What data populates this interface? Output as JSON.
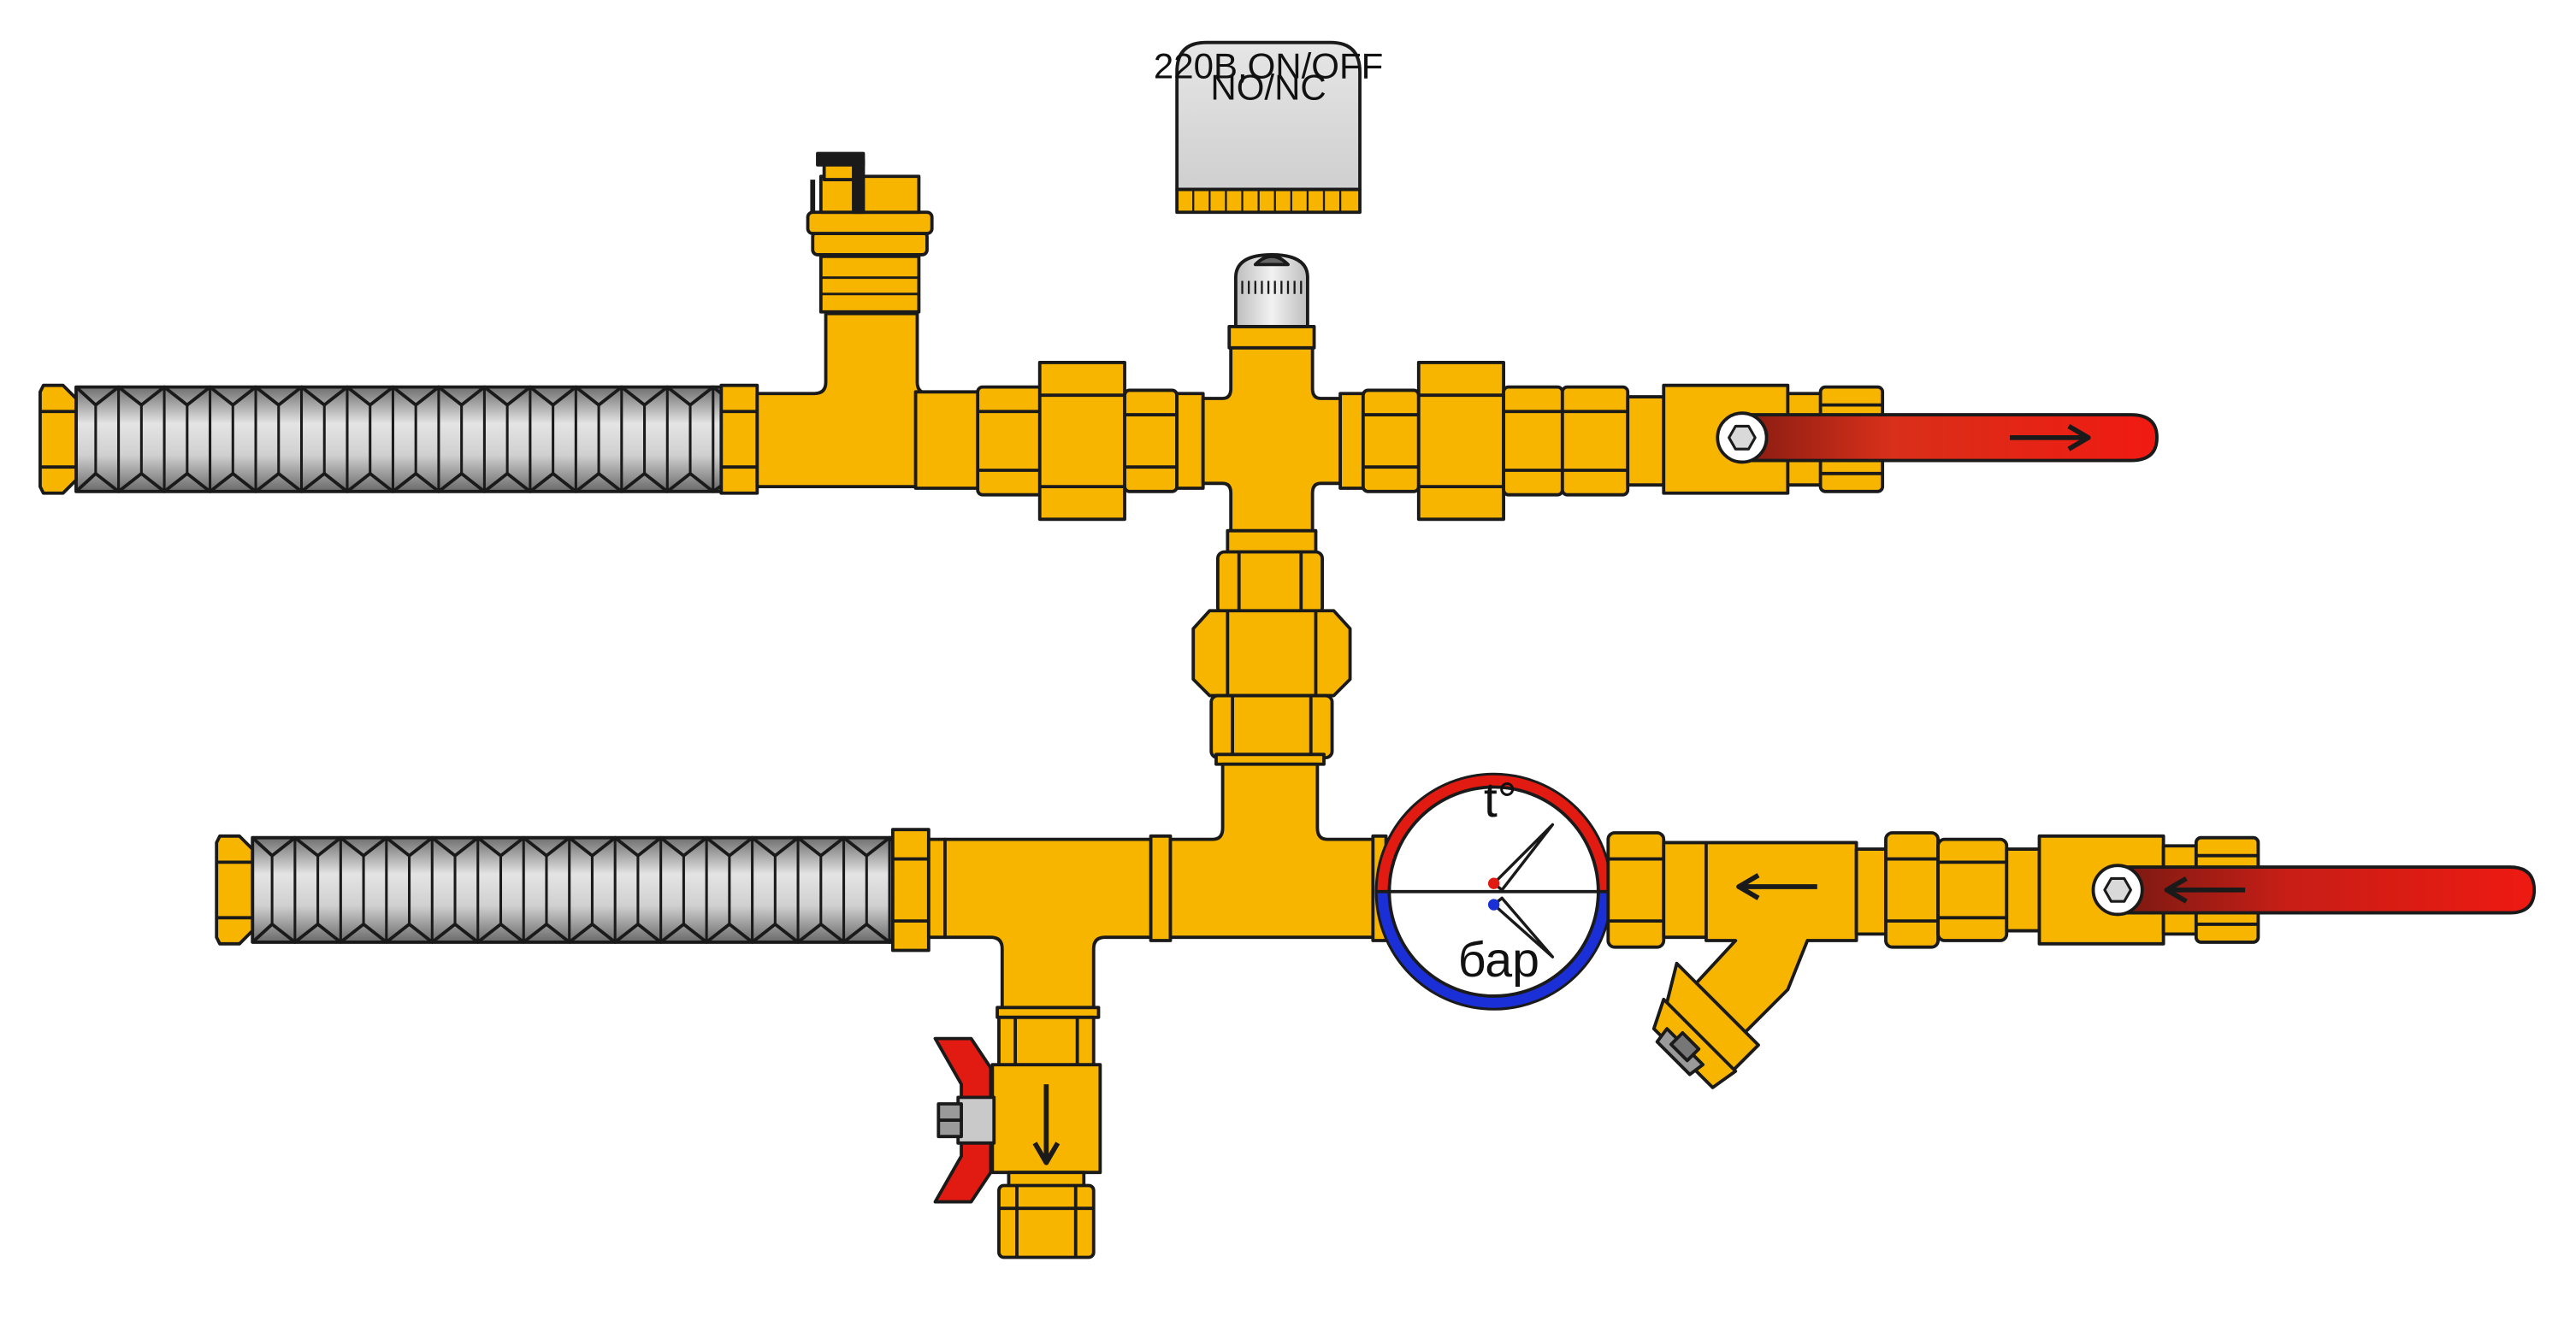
{
  "actuator": {
    "line1": "220В,ON/OFF",
    "line2": "NO/NC"
  },
  "gauge": {
    "top_label": "t°",
    "bottom_label": "бар"
  },
  "colors": {
    "brass": "#F7B500",
    "outline": "#1a1a1a",
    "hose_metal": "#B5B5B5",
    "handle_red": "#E21B12",
    "handle_dark_red": "#A81B14",
    "gauge_red": "#E21B12",
    "gauge_blue": "#1B2FD6",
    "actuator_gray": "#D9D9D9"
  }
}
